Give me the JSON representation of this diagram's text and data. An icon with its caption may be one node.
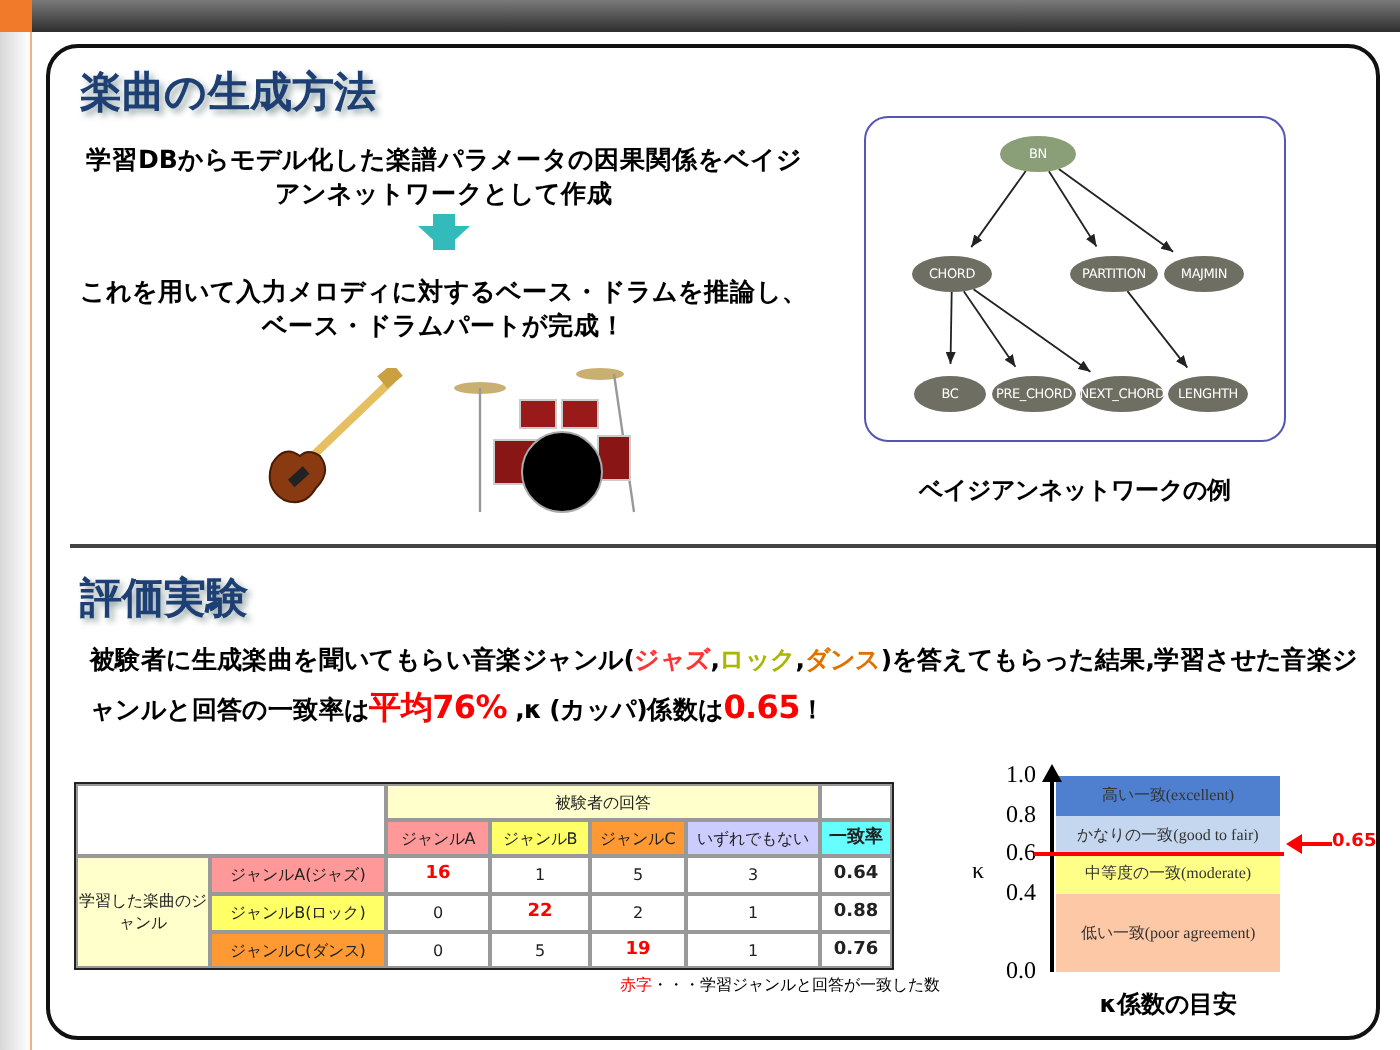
{
  "diagram": {
    "nodes": [
      {
        "text": [
          "学習DBからモデル化した楽譜パラメータの因果関係をベイジアンネットワークとして作成"
        ]
      },
      {
        "text": [
          "これを用いて入力メロディに対するベース・ドラムを推論し、ベース・ドラムパートが完成！"
        ]
      },
      {
        "text": [
          "BN"
        ]
      },
      {
        "text": [
          "CHORD"
        ]
      },
      {
        "text": [
          "PARTITION"
        ]
      },
      {
        "text": [
          "MAJMIN"
        ]
      },
      {
        "text": [
          "BC"
        ]
      },
      {
        "text": [
          "PRE_CHORD"
        ]
      },
      {
        "text": [
          "NEXT_CHORD"
        ]
      },
      {
        "text": [
          "LENGHTH"
        ]
      }
    ],
    "edges": [
      {
        "from": 0,
        "to": 1,
        "arrow": "to",
        "style": "thick",
        "color": "#33bbbb"
      },
      {
        "from": 2,
        "to": 3,
        "arrow": "to"
      },
      {
        "from": 2,
        "to": 4,
        "arrow": "to"
      },
      {
        "from": 2,
        "to": 5,
        "arrow": "to"
      },
      {
        "from": 3,
        "to": 6,
        "arrow": "to"
      },
      {
        "from": 3,
        "to": 7,
        "arrow": "to"
      },
      {
        "from": 3,
        "to": 8,
        "arrow": "to"
      },
      {
        "from": 4,
        "to": 9,
        "arrow": "to"
      }
    ],
    "labels": [
      "楽曲の生成方法",
      "ベイジアンネットワークの例",
      "評価実験",
      "被験者に生成楽曲を聞いてもらい音楽ジャンル(*ジャズ*,*ロック*,*ダンス*)を答えてもらった結果,学習させた音楽ジャンルと回答の一致率は**平均76%** ,κ (カッパ)係数は**0.65**！",
      "被験者の回答",
      "ジャンルA",
      "ジャンルB",
      "ジャンルC",
      "いずれでもない",
      "一致率",
      "学習した楽曲のジャンル",
      "ジャンルA(ジャズ)",
      "16",
      "1",
      "5",
      "3",
      "0.64",
      "ジャンルB(ロック)",
      "0",
      "22",
      "2",
      "1",
      "0.88",
      "ジャンルC(ダンス)",
      "0",
      "5",
      "19",
      "1",
      "0.76",
      "**赤字**・・・学習ジャンルと回答が一致した数",
      "1.0",
      "0.8",
      "0.6",
      "0.4",
      "0.0",
      "κ",
      "高い一致(excellent)",
      "かなりの一致(good to fair)",
      "中等度の一致(moderate)",
      "低い一致(poor agreement)",
      "0.65",
      "κ係数の目安"
    ]
  }
}
